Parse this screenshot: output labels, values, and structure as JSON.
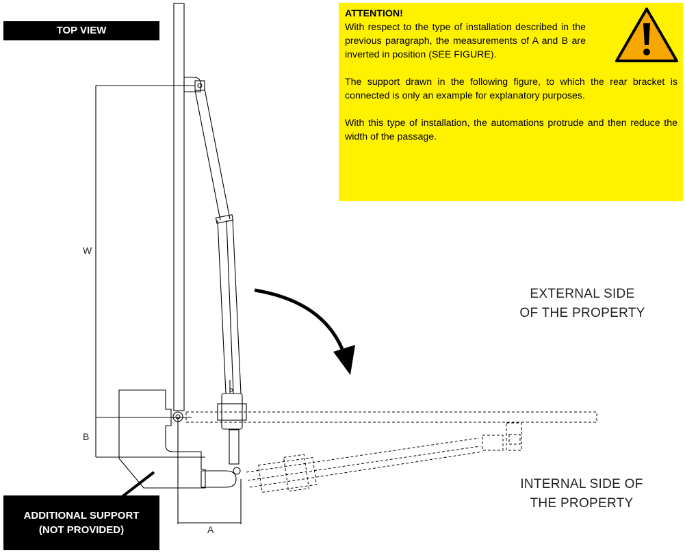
{
  "labels": {
    "top_view": "TOP VIEW",
    "additional_support_line1": "ADDITIONAL SUPPORT",
    "additional_support_line2": "(NOT PROVIDED)",
    "external_line1": "EXTERNAL SIDE",
    "external_line2": "OF THE PROPERTY",
    "internal_line1": "INTERNAL SIDE OF",
    "internal_line2": "THE PROPERTY",
    "dim_w": "W",
    "dim_b": "B",
    "dim_a": "A"
  },
  "attention": {
    "title": "ATTENTION!",
    "paragraph1": "With respect to the type of installation described in the previous paragraph, the measurements of A and B are inverted in position (SEE FIGURE).",
    "paragraph2": "The support drawn in the following figure, to which the rear bracket is connected is only an example for explanatory purposes.",
    "paragraph3": "With this type of installation, the automations protrude and then reduce the width of the passage.",
    "warning_icon": "warning-triangle-icon",
    "background_color": "#fff100"
  },
  "colors": {
    "label_box": "#000000",
    "line": "#000000"
  }
}
